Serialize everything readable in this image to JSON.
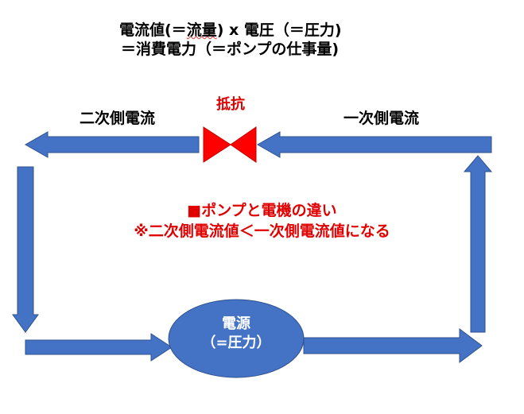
{
  "header": {
    "line1_prefix": "電流値(＝",
    "line1_underlined": "流量",
    "line1_suffix": ") x 電圧（＝圧力)",
    "line2": "＝消費電力（＝ポンプの仕事量)"
  },
  "resistor_label": "抵抗",
  "left_label": "二次側電流",
  "right_label": "一次側電流",
  "note": {
    "line1": "■ポンプと電機の違い",
    "line2": "※二次側電流値＜一次側電流値になる"
  },
  "source": {
    "line1": "電源",
    "line2": "（=圧力）"
  },
  "colors": {
    "arrow_fill": "#4472c4",
    "arrow_stroke": "#2f528f",
    "valve_fill": "#ff0000",
    "note_text": "#e00000"
  }
}
